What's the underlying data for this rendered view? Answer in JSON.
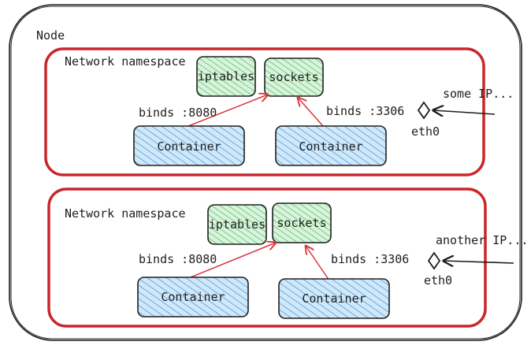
{
  "node": {
    "label": "Node"
  },
  "namespaces": [
    {
      "label": "Network namespace",
      "iptables": "iptables",
      "sockets": "sockets",
      "bind_left": "binds :8080",
      "bind_right": "binds :3306",
      "container_left": "Container",
      "container_right": "Container",
      "interface": "eth0",
      "incoming": "some IP..."
    },
    {
      "label": "Network namespace",
      "iptables": "iptables",
      "sockets": "sockets",
      "bind_left": "binds :8080",
      "bind_right": "binds :3306",
      "container_left": "Container",
      "container_right": "Container",
      "interface": "eth0",
      "incoming": "another IP..."
    }
  ],
  "colors": {
    "namespace_border": "#c9262b",
    "container_fill": "#a5d8ff",
    "container_hatch": "#4a90c2",
    "table_fill": "#b2f2bb",
    "table_hatch": "#5fae6a",
    "arrow": "#d8373c",
    "ink": "#1e1e1e"
  }
}
